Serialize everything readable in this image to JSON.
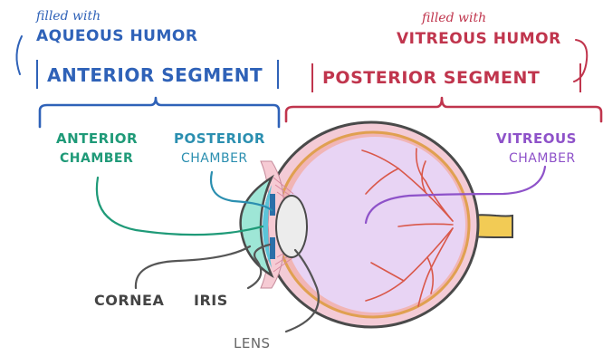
{
  "labels": {
    "filled_with_aqueous": "filled with",
    "aqueous_humor": "AQUEOUS HUMOR",
    "anterior_segment": "ANTERIOR SEGMENT",
    "filled_with_vitreous": "filled with",
    "vitreous_humor": "VITREOUS HUMOR",
    "posterior_segment": "POSTERIOR SEGMENT",
    "anterior_chamber_1": "ANTERIOR",
    "anterior_chamber_2": "CHAMBER",
    "posterior_chamber_1": "POSTERIOR",
    "posterior_chamber_2": "CHAMBER",
    "vitreous_chamber_1": "VITREOUS",
    "vitreous_chamber_2": "CHAMBER",
    "cornea": "CORNEA",
    "iris": "IRIS",
    "lens": "LENS"
  },
  "colors": {
    "blue": "#2f62b8",
    "crimson": "#c0354d",
    "green": "#1f9a78",
    "teal": "#2b8fb0",
    "purple": "#8e52c9",
    "gray": "#555555",
    "eye_fill": "#e8d4f4",
    "sclera": "#f3cbd6",
    "cornea": "#9ee6d6",
    "lens": "#ececec",
    "nerve": "#f2cb55",
    "vessel": "#d9584a"
  }
}
